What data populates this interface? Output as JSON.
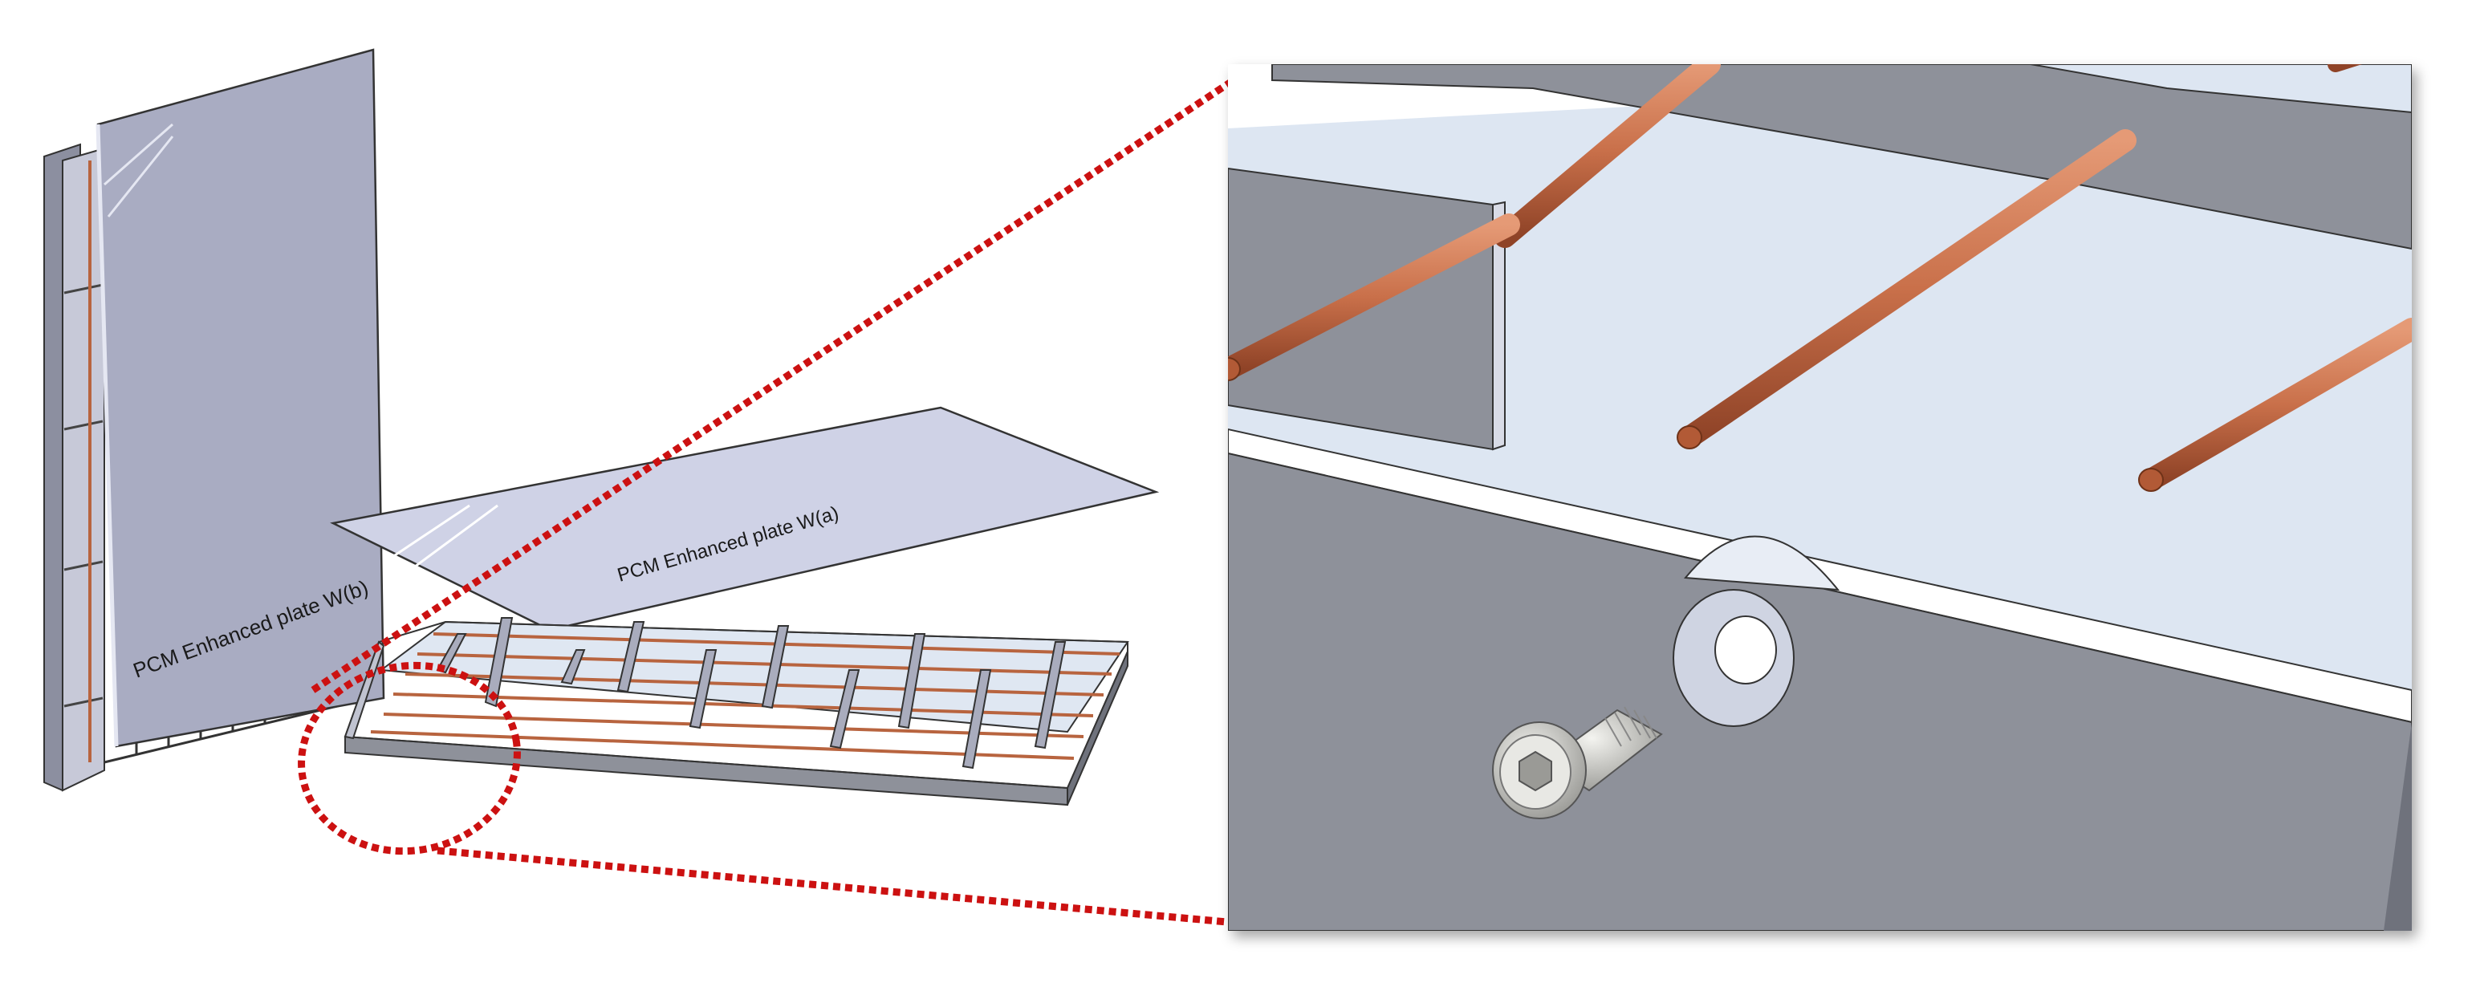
{
  "labels": {
    "vertical_plate": "PCM Enhanced plate W(b)",
    "tilted_plate": "PCM Enhanced plate W(a)"
  },
  "colors": {
    "plate_face": "#a9acc2",
    "plate_face_light": "#cfd2e6",
    "tray_wall": "#8e919a",
    "tray_floor": "#dfe7f2",
    "copper_rod": "#c9704a",
    "copper_rod_dark": "#8f4327",
    "highlight_dots": "#cc1111",
    "screw": "#d4d4d0"
  },
  "detail_view": {
    "callout": "zoomed detail of tray edge with screw hole, screw and copper rods"
  }
}
